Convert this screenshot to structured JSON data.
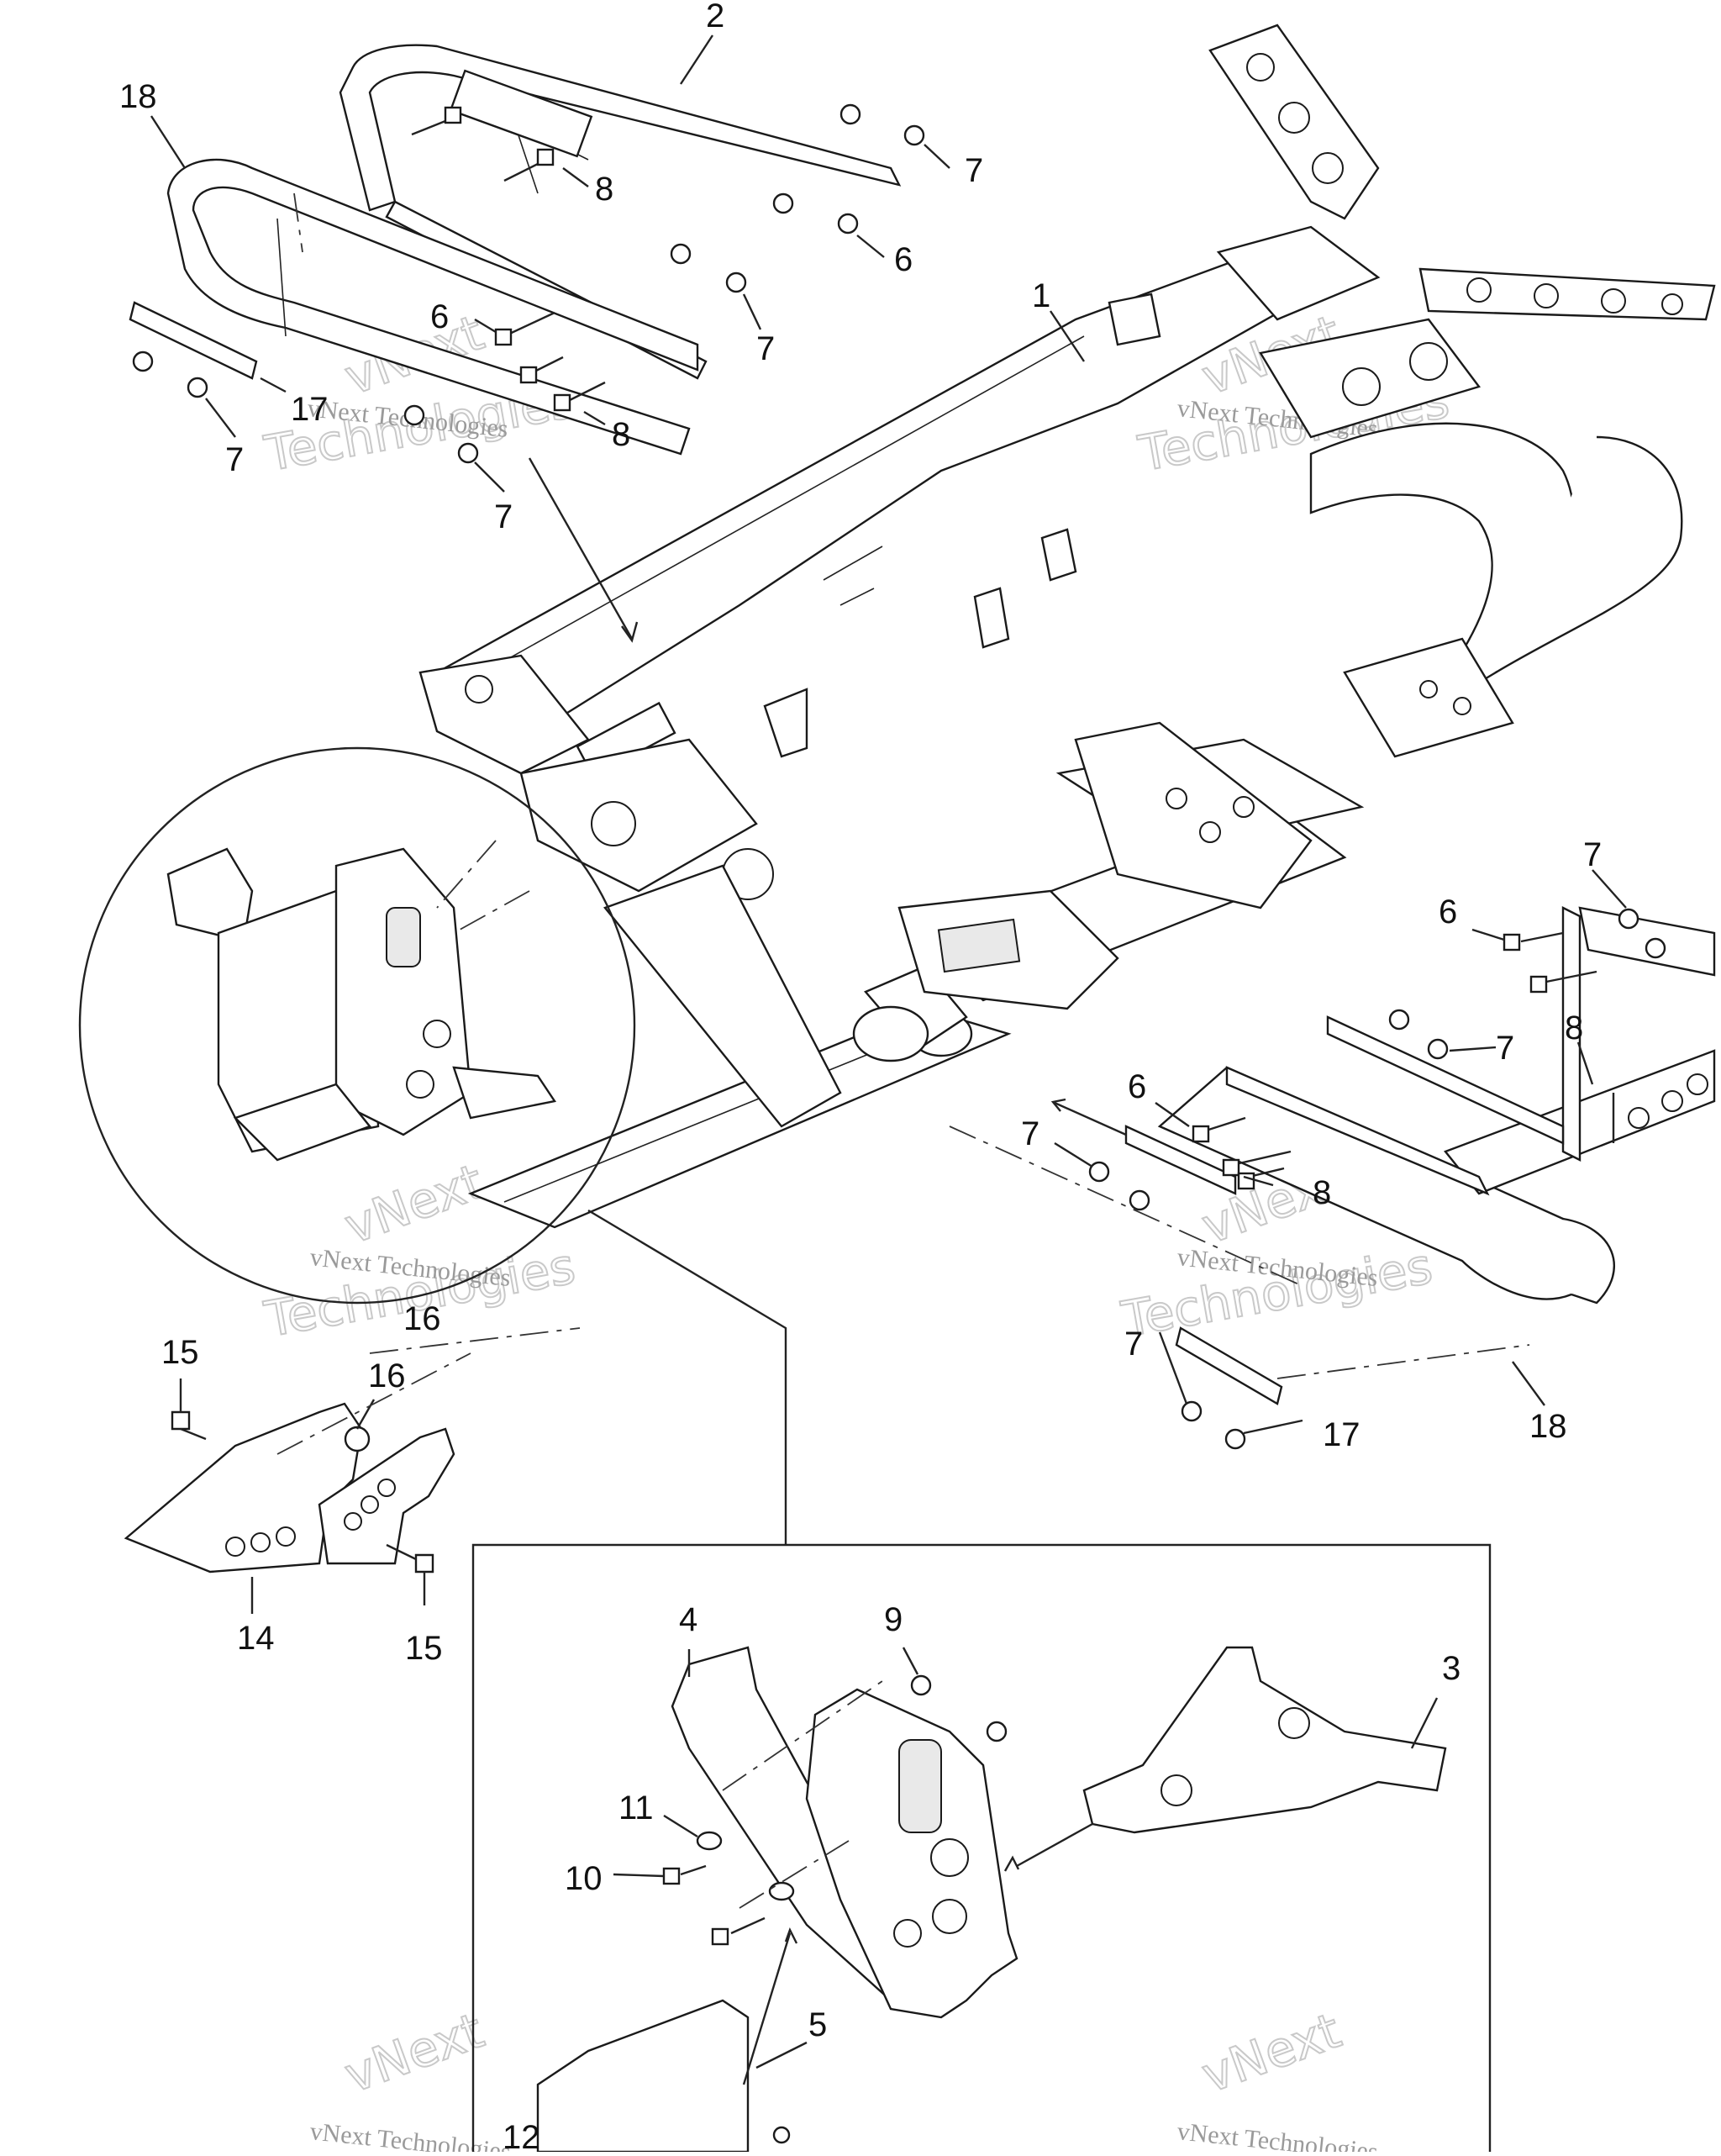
{
  "diagram": {
    "callouts": [
      {
        "id": "c-2",
        "label": "2"
      },
      {
        "id": "c-18a",
        "label": "18"
      },
      {
        "id": "c-7a",
        "label": "7"
      },
      {
        "id": "c-8a",
        "label": "8"
      },
      {
        "id": "c-6a",
        "label": "6"
      },
      {
        "id": "c-6b",
        "label": "6"
      },
      {
        "id": "c-7b",
        "label": "7"
      },
      {
        "id": "c-1",
        "label": "1"
      },
      {
        "id": "c-8b",
        "label": "8"
      },
      {
        "id": "c-17a",
        "label": "17"
      },
      {
        "id": "c-7c",
        "label": "7"
      },
      {
        "id": "c-7d",
        "label": "7"
      },
      {
        "id": "c-7e",
        "label": "7"
      },
      {
        "id": "c-6c",
        "label": "6"
      },
      {
        "id": "c-7f",
        "label": "7"
      },
      {
        "id": "c-8c",
        "label": "8"
      },
      {
        "id": "c-6d",
        "label": "6"
      },
      {
        "id": "c-7g",
        "label": "7"
      },
      {
        "id": "c-8d",
        "label": "8"
      },
      {
        "id": "c-7h",
        "label": "7"
      },
      {
        "id": "c-17b",
        "label": "17"
      },
      {
        "id": "c-18b",
        "label": "18"
      },
      {
        "id": "c-16a",
        "label": "16"
      },
      {
        "id": "c-15a",
        "label": "15"
      },
      {
        "id": "c-16b",
        "label": "16"
      },
      {
        "id": "c-14",
        "label": "14"
      },
      {
        "id": "c-15b",
        "label": "15"
      },
      {
        "id": "c-4",
        "label": "4"
      },
      {
        "id": "c-9",
        "label": "9"
      },
      {
        "id": "c-3",
        "label": "3"
      },
      {
        "id": "c-11",
        "label": "11"
      },
      {
        "id": "c-10",
        "label": "10"
      },
      {
        "id": "c-5",
        "label": "5"
      },
      {
        "id": "c-12",
        "label": "12"
      }
    ],
    "watermark": {
      "line1": "vNext Technologies",
      "line2": "vNext",
      "line3": "Technologies"
    }
  }
}
